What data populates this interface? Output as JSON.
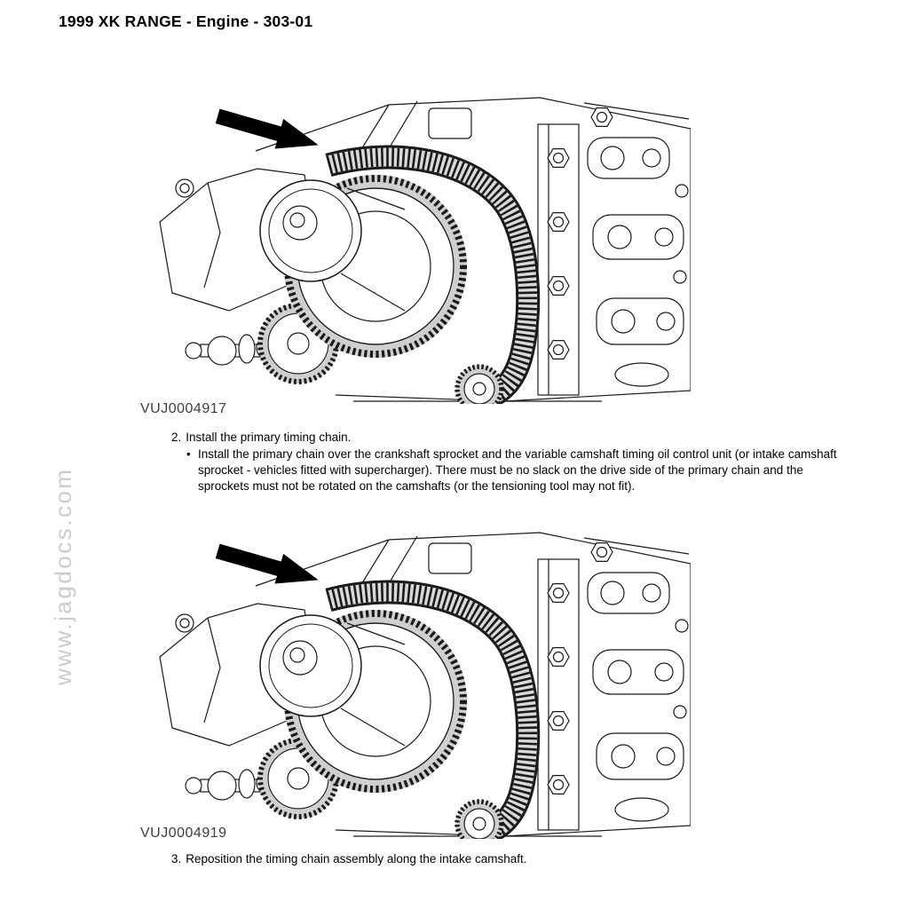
{
  "header": {
    "title": "1999 XK RANGE - Engine - 303-01"
  },
  "watermark": {
    "text": "www.jagdocs.com"
  },
  "figures": [
    {
      "caption": "VUJ0004917"
    },
    {
      "caption": "VUJ0004919"
    }
  ],
  "steps": [
    {
      "number": "2.",
      "text": "Install the primary timing chain.",
      "bullet_char": "•",
      "bullets": [
        "Install the primary chain over the crankshaft sprocket and the variable camshaft timing oil control unit (or intake camshaft sprocket - vehicles fitted with supercharger). There must be no slack on the drive side of the primary chain and the sprockets must not be rotated on the camshafts (or the tensioning tool may not fit)."
      ]
    },
    {
      "number": "3.",
      "text": "Reposition the timing chain assembly along the intake camshaft.",
      "bullet_char": "•",
      "bullets": []
    }
  ]
}
